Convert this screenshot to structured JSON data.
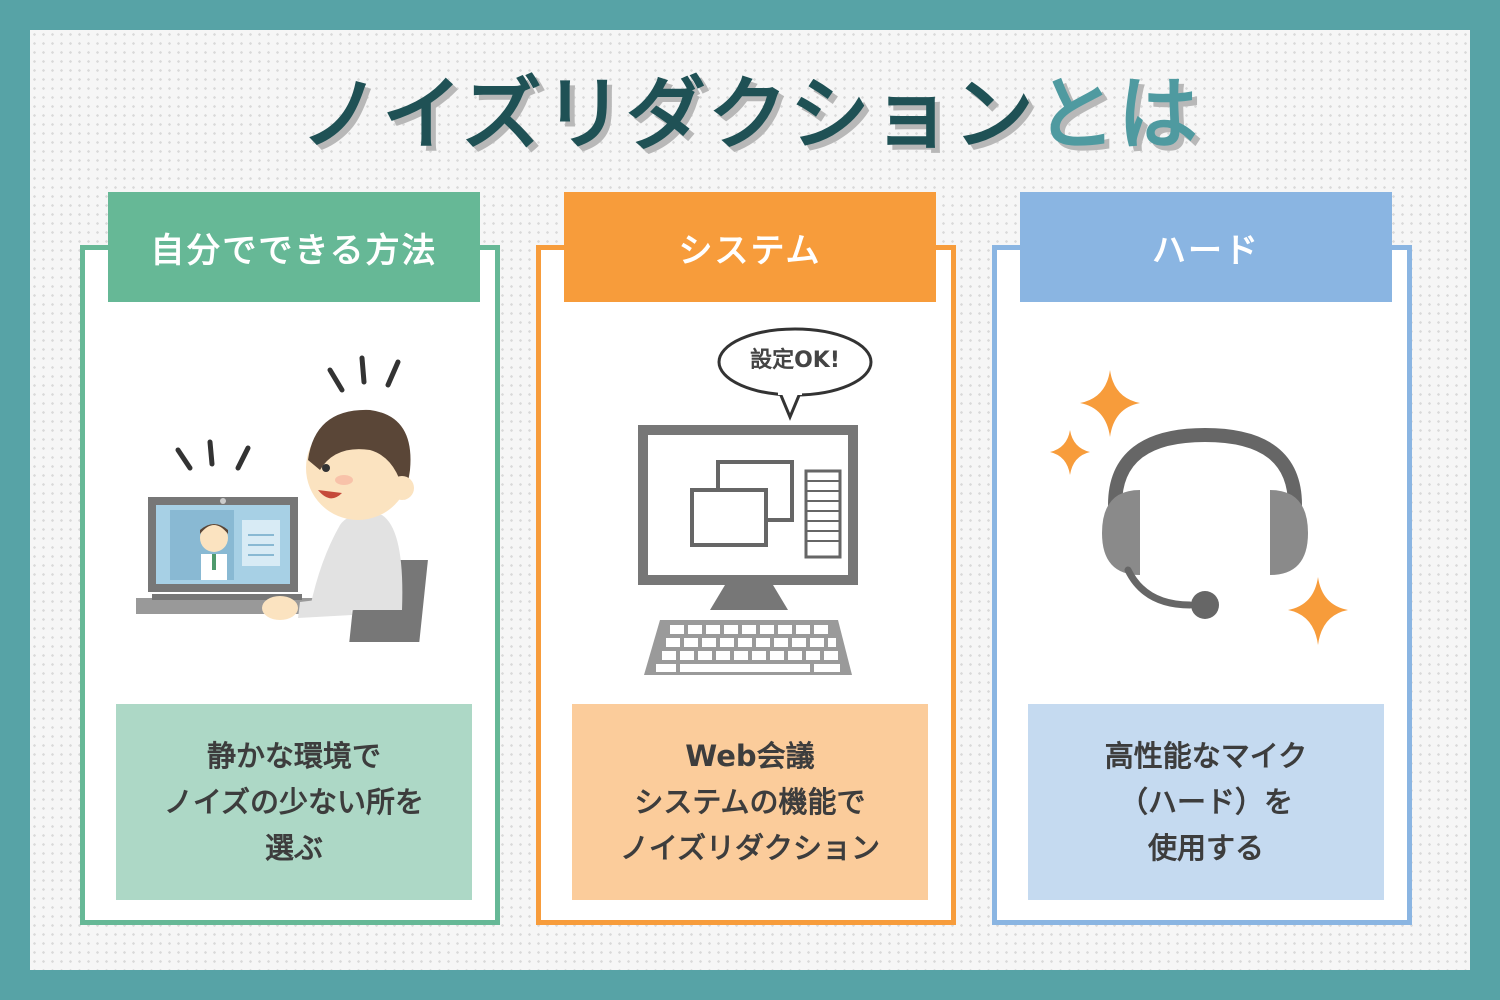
{
  "title": {
    "main": "ノイズリダクション",
    "suffix": "とは"
  },
  "colors": {
    "background": "#57a3a6",
    "title_main": "#1f5155",
    "title_suffix": "#4f9aa0",
    "green": "#66b896",
    "orange": "#f79c3b",
    "blue": "#8ab5e2"
  },
  "cards": [
    {
      "header": "自分でできる方法",
      "accent": "#66b896",
      "illustration": "person-video-call-laptop",
      "desc_lines": [
        "静かな環境で",
        "ノイズの少ない所を",
        "選ぶ"
      ]
    },
    {
      "header": "システム",
      "accent": "#f79c3b",
      "illustration": "desktop-computer",
      "bubble": "設定OK!",
      "desc_lines": [
        "Web会議",
        "システムの機能で",
        "ノイズリダクション"
      ]
    },
    {
      "header": "ハード",
      "accent": "#8ab5e2",
      "illustration": "headset-with-sparkles",
      "desc_lines": [
        "高性能なマイク",
        "（ハード）を",
        "使用する"
      ]
    }
  ]
}
